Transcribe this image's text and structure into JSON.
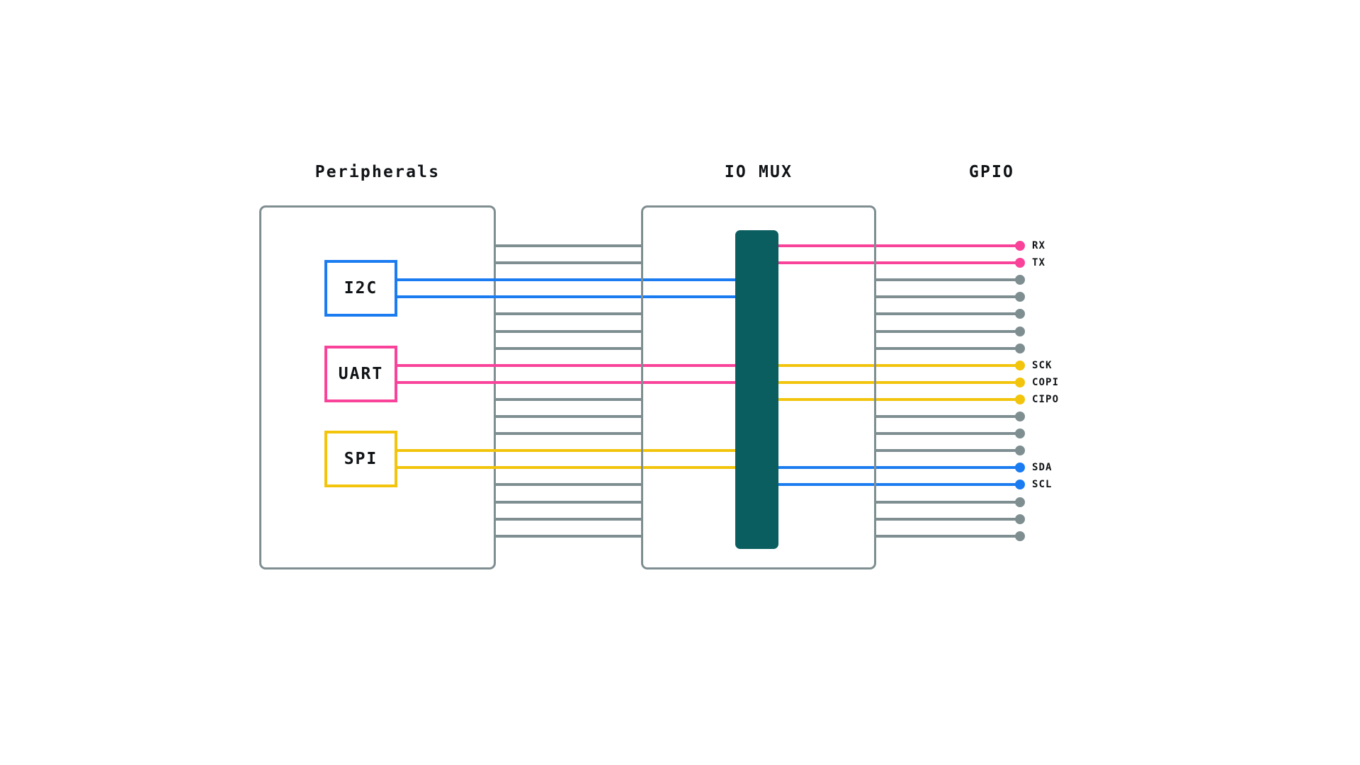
{
  "diagram": {
    "title_font_note": "",
    "columns": [
      {
        "name": "peripherals",
        "label": "Peripherals"
      },
      {
        "name": "io-mux",
        "label": "IO MUX"
      },
      {
        "name": "gpio",
        "label": "GPIO"
      }
    ],
    "colors": {
      "outline": "#7f8e91",
      "wire_default": "#7f8e91",
      "mux_fill": "#0a5e60",
      "i2c": "#1a7cf0",
      "uart": "#f9439a",
      "spi": "#f2c40c",
      "text": "#101316",
      "background": "#ffffff"
    },
    "peripherals": [
      {
        "name": "i2c",
        "label": "I2C",
        "color": "#1a7cf0",
        "signals": [
          "SDA",
          "SCL"
        ]
      },
      {
        "name": "uart",
        "label": "UART",
        "color": "#f9439a",
        "signals": [
          "RX",
          "TX"
        ]
      },
      {
        "name": "spi",
        "label": "SPI",
        "color": "#f2c40c",
        "signals": [
          "SCK",
          "COPI",
          "CIPO"
        ]
      }
    ],
    "mux": {
      "label": "IO MUX",
      "bar_color": "#0a5e60"
    },
    "gpio_pins": [
      {
        "index": 0,
        "label": "RX",
        "color": "#f9439a",
        "assigned": true
      },
      {
        "index": 1,
        "label": "TX",
        "color": "#f9439a",
        "assigned": true
      },
      {
        "index": 2,
        "label": "",
        "color": "#7f8e91",
        "assigned": false
      },
      {
        "index": 3,
        "label": "",
        "color": "#7f8e91",
        "assigned": false
      },
      {
        "index": 4,
        "label": "",
        "color": "#7f8e91",
        "assigned": false
      },
      {
        "index": 5,
        "label": "",
        "color": "#7f8e91",
        "assigned": false
      },
      {
        "index": 6,
        "label": "",
        "color": "#7f8e91",
        "assigned": false
      },
      {
        "index": 7,
        "label": "SCK",
        "color": "#f2c40c",
        "assigned": true
      },
      {
        "index": 8,
        "label": "COPI",
        "color": "#f2c40c",
        "assigned": true
      },
      {
        "index": 9,
        "label": "CIPO",
        "color": "#f2c40c",
        "assigned": true
      },
      {
        "index": 10,
        "label": "",
        "color": "#7f8e91",
        "assigned": false
      },
      {
        "index": 11,
        "label": "",
        "color": "#7f8e91",
        "assigned": false
      },
      {
        "index": 12,
        "label": "",
        "color": "#7f8e91",
        "assigned": false
      },
      {
        "index": 13,
        "label": "SDA",
        "color": "#1a7cf0",
        "assigned": true
      },
      {
        "index": 14,
        "label": "SCL",
        "color": "#1a7cf0",
        "assigned": true
      },
      {
        "index": 15,
        "label": "",
        "color": "#7f8e91",
        "assigned": false
      },
      {
        "index": 16,
        "label": "",
        "color": "#7f8e91",
        "assigned": false
      },
      {
        "index": 17,
        "label": "",
        "color": "#7f8e91",
        "assigned": false
      }
    ],
    "left_bundle": [
      {
        "index": 0,
        "color": "#7f8e91"
      },
      {
        "index": 1,
        "color": "#7f8e91"
      },
      {
        "index": 2,
        "color": "#1a7cf0"
      },
      {
        "index": 3,
        "color": "#1a7cf0"
      },
      {
        "index": 4,
        "color": "#7f8e91"
      },
      {
        "index": 5,
        "color": "#7f8e91"
      },
      {
        "index": 6,
        "color": "#7f8e91"
      },
      {
        "index": 7,
        "color": "#f9439a"
      },
      {
        "index": 8,
        "color": "#f9439a"
      },
      {
        "index": 9,
        "color": "#7f8e91"
      },
      {
        "index": 10,
        "color": "#7f8e91"
      },
      {
        "index": 11,
        "color": "#7f8e91"
      },
      {
        "index": 12,
        "color": "#f2c40c"
      },
      {
        "index": 13,
        "color": "#f2c40c"
      },
      {
        "index": 14,
        "color": "#7f8e91"
      },
      {
        "index": 15,
        "color": "#7f8e91"
      },
      {
        "index": 16,
        "color": "#7f8e91"
      },
      {
        "index": 17,
        "color": "#7f8e91"
      }
    ]
  }
}
